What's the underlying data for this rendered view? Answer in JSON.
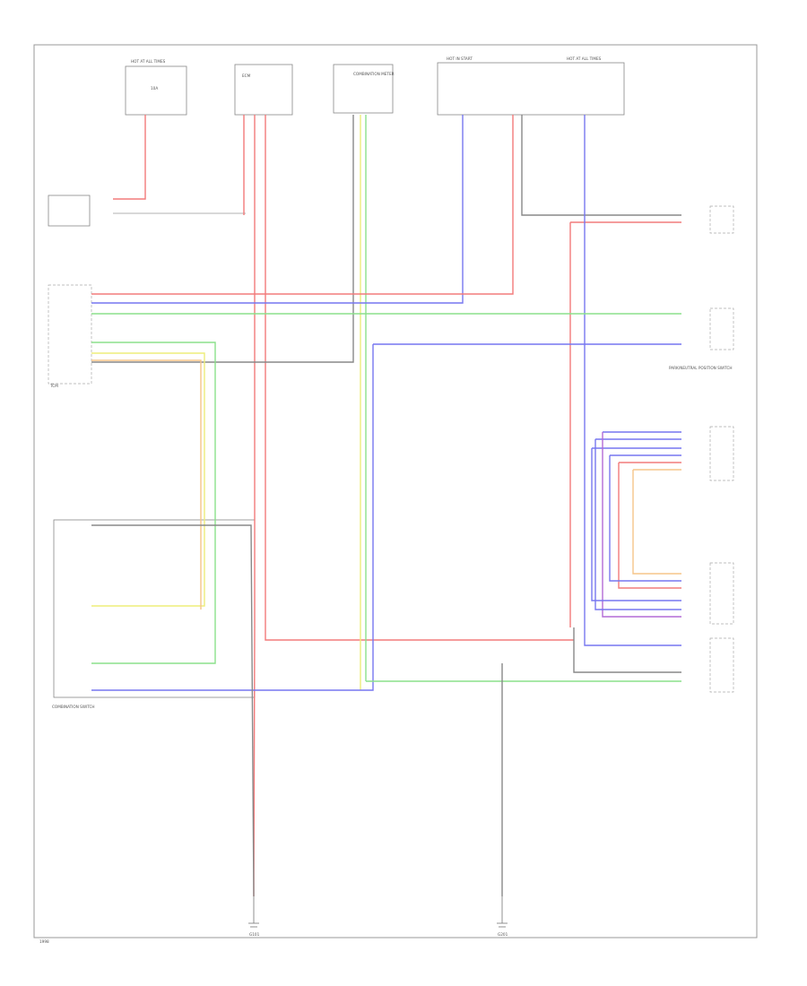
{
  "wire_colors": {
    "red": "#f27b7b",
    "blue": "#7777f0",
    "green": "#8be08b",
    "gray": "#888888",
    "yellow": "#eded7a",
    "orange": "#f5c58a",
    "violet": "#b36bd6",
    "light_gray": "#cccccc"
  },
  "page": {
    "footer_code": "1998",
    "ground_left": "G101",
    "ground_right": "G201"
  },
  "fuse_blocks": {
    "left_hot": "HOT AT ALL TIMES",
    "left_fuse": "10A",
    "center_hot": "HOT IN START",
    "right_hot": "HOT AT ALL TIMES"
  },
  "components": {
    "ecm": "ECM",
    "tcm": "TCM",
    "combination_meter": "COMBINATION METER",
    "park_neutral_switch": "PARK/NEUTRAL POSITION SWITCH",
    "combination_switch": "COMBINATION SWITCH"
  }
}
